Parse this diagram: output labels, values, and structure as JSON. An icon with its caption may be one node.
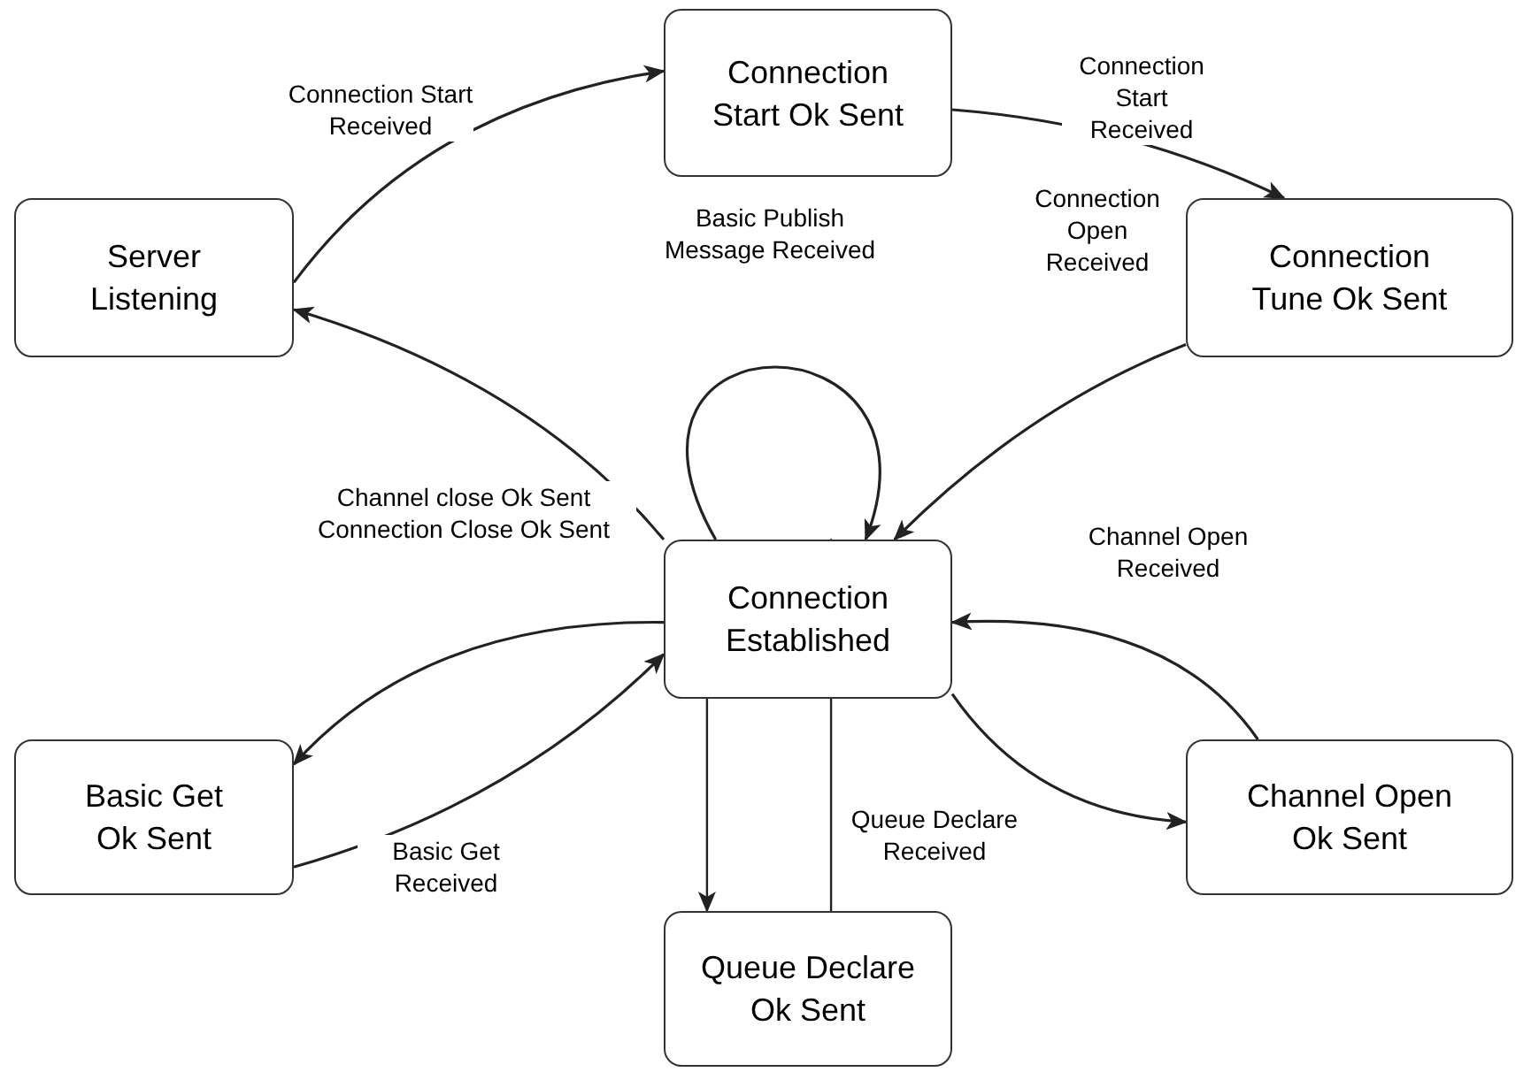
{
  "diagram": {
    "nodes": [
      {
        "text": [
          "Connection Start Ok Sent"
        ]
      },
      {
        "text": [
          "Server Listening"
        ]
      },
      {
        "text": [
          "Connection Tune Ok Sent"
        ]
      },
      {
        "text": [
          "Connection Established"
        ]
      },
      {
        "text": [
          "Basic Get Ok Sent"
        ]
      },
      {
        "text": [
          "Channel Open Ok Sent"
        ]
      },
      {
        "text": [
          "Queue Declare Ok Sent"
        ]
      }
    ],
    "edges": [
      {
        "from": 1,
        "to": 0,
        "arrow": "to",
        "label": "Connection Start Received"
      },
      {
        "from": 0,
        "to": 2,
        "arrow": "to",
        "label": "Connection Start Received"
      },
      {
        "from": 2,
        "to": 3,
        "arrow": "to",
        "label": "Connection Open Received"
      },
      {
        "from": 3,
        "to": 3,
        "arrow": "to",
        "label": "Basic Publish Message Received"
      },
      {
        "from": 3,
        "to": 1,
        "arrow": "to",
        "label": "Channel close Ok Sent Connection Close Ok Sent"
      },
      {
        "from": 3,
        "to": 4,
        "arrow": "to"
      },
      {
        "from": 4,
        "to": 3,
        "arrow": "to",
        "label": "Basic Get Received"
      },
      {
        "from": 3,
        "to": 5,
        "arrow": "to"
      },
      {
        "from": 5,
        "to": 3,
        "arrow": "to",
        "label": "Channel Open Received"
      },
      {
        "from": 3,
        "to": 6,
        "arrow": "to"
      },
      {
        "from": 6,
        "to": 3,
        "arrow": "to",
        "label": "Queue Declare Received"
      }
    ]
  }
}
